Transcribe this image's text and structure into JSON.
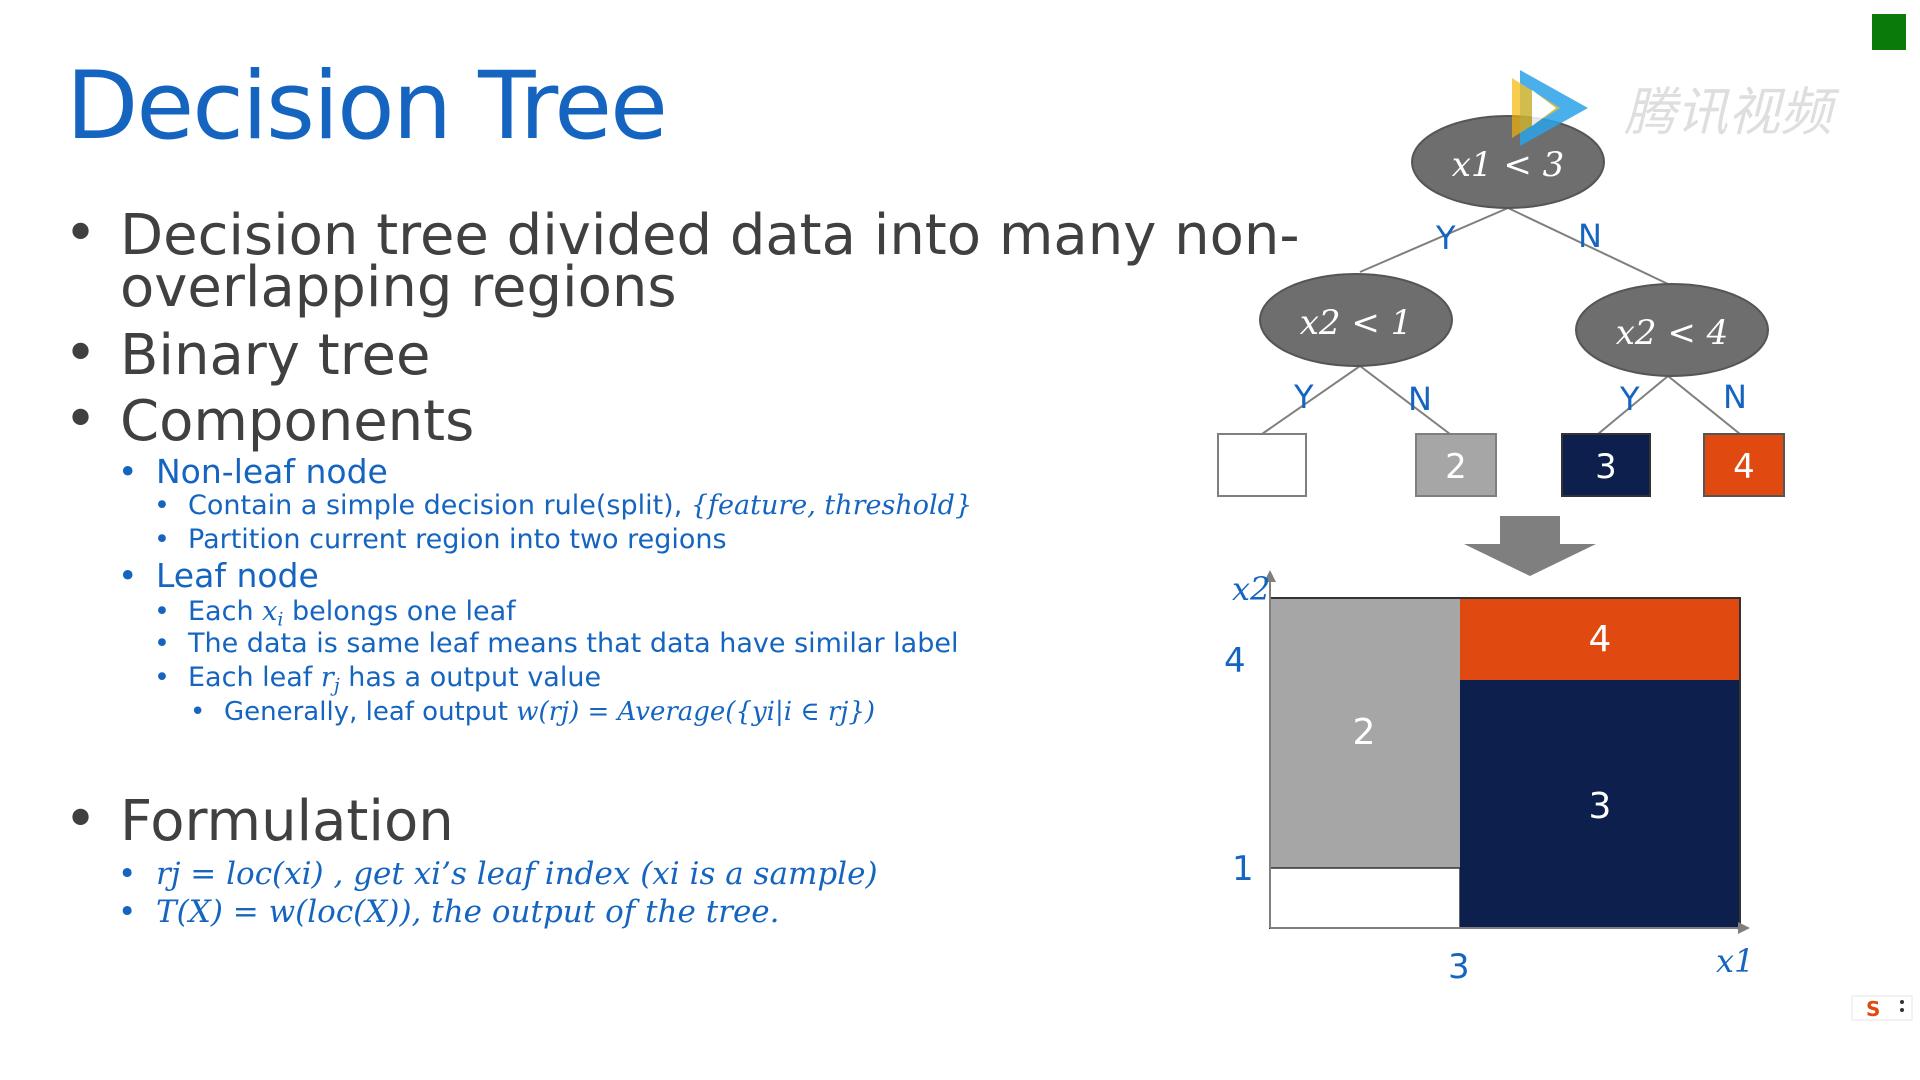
{
  "title": "Decision Tree",
  "bullets": {
    "b1": "Decision tree divided data into many non-",
    "b1_cont": "overlapping regions",
    "b2": "Binary tree",
    "b3": "Components",
    "nonleaf": "Non-leaf node",
    "nonleaf_1_text": "Contain a simple decision rule(split), ",
    "nonleaf_1_math": "{feature, threshold}",
    "nonleaf_2": "Partition current region into two regions",
    "leaf": "Leaf node",
    "leaf_1_pre": "Each ",
    "leaf_1_var": "x",
    "leaf_1_sub": "i",
    "leaf_1_post": " belongs one leaf",
    "leaf_2": "The data is same leaf means that data have similar label",
    "leaf_3_pre": "Each leaf ",
    "leaf_3_var": "r",
    "leaf_3_sub": "j",
    "leaf_3_post": " has a output value",
    "leaf_4_text": "Generally, leaf output ",
    "leaf_4_math": "w(rj) = Average({yi|i ∈ rj})",
    "formulation": "Formulation",
    "form_1": "rj = loc(xi) , get xi’s leaf  index (xi is a sample)",
    "form_2": "T(X) = w(loc(X)), the output of the tree."
  },
  "tree": {
    "root": "x1 < 3",
    "left": "x2 < 1",
    "right": "x2 < 4",
    "yes": "Y",
    "no": "N",
    "leaves": [
      "",
      "2",
      "3",
      "4"
    ]
  },
  "regions": {
    "x_axis": "x1",
    "y_axis": "x2",
    "x_tick": "3",
    "y_ticks": [
      "4",
      "1"
    ],
    "labels": [
      "2",
      "4",
      "3"
    ]
  },
  "watermark": "腾讯视频",
  "colors": {
    "blue": "#1565c0",
    "gray_node": "#6e6e6e",
    "leaf2": "#a6a6a6",
    "leaf3": "#0d1f4d",
    "leaf4": "#e04a10",
    "green": "#0a7a0a"
  }
}
